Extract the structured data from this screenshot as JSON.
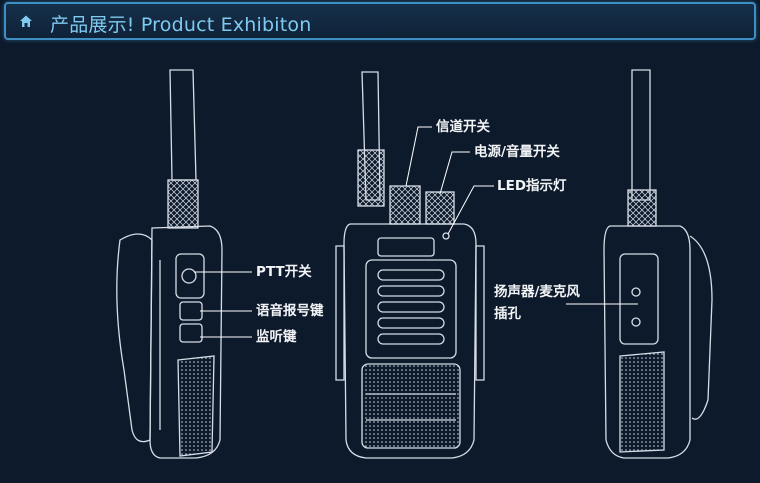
{
  "header": {
    "title": "产品展示! Product Exhibiton",
    "icon": "home-icon"
  },
  "labels": {
    "channel_switch": "信道开关",
    "power_volume": "电源/音量开关",
    "led": "LED指示灯",
    "ptt": "PTT开关",
    "voice_key": "语音报号键",
    "monitor_key": "监听键",
    "speaker_mic_line1": "扬声器/麦克风",
    "speaker_mic_line2": "插孔"
  },
  "colors": {
    "background": "#0d1a2c",
    "header_border": "#3d8fc4",
    "title_text": "#7fcaf0",
    "line_art": "#d6dde6",
    "label_text": "#f2f4f6"
  }
}
